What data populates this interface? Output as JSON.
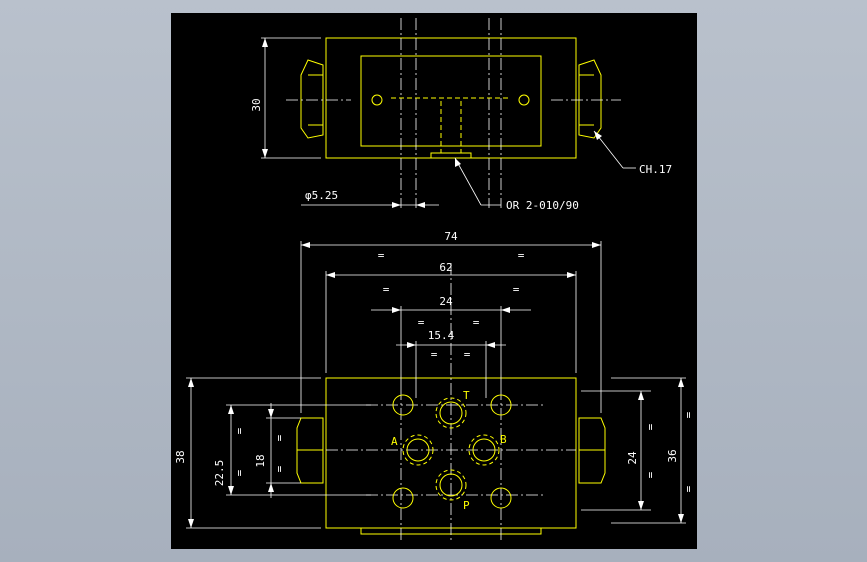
{
  "top_view": {
    "height_dim": "30",
    "hole_dim": "φ5.25",
    "oring_note": "OR 2-010/90",
    "hex_note": "CH.17"
  },
  "front_view": {
    "width_dims": [
      "74",
      "62",
      "24",
      "15.4"
    ],
    "eq_sign": "=",
    "left_dims": [
      "38",
      "22.5",
      "18"
    ],
    "right_dims": [
      "24",
      "36"
    ],
    "ports": {
      "a": "A",
      "b": "B",
      "t": "T",
      "p": "P"
    }
  },
  "colors": {
    "outline": "#ffff00",
    "dimension": "#ffffff",
    "background": "#000000"
  }
}
